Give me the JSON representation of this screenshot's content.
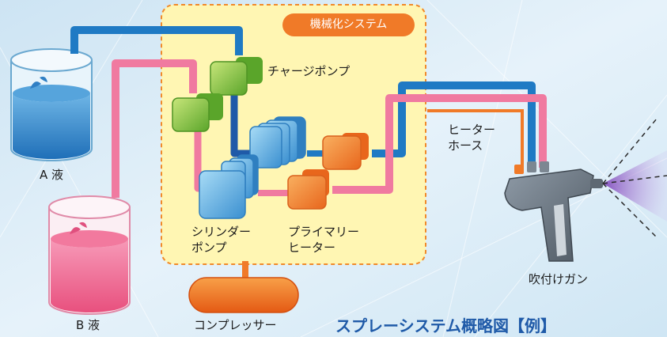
{
  "diagram": {
    "title": "スプレーシステム概略図【例】",
    "system_label": "機械化システム",
    "labels": {
      "liquid_a": "A 液",
      "liquid_b": "B 液",
      "charge_pump": "チャージポンプ",
      "cylinder_pump_line1": "シリンダー",
      "cylinder_pump_line2": "ポンプ",
      "primary_heater_line1": "プライマリー",
      "primary_heater_line2": "ヒーター",
      "heater_hose_line1": "ヒーター",
      "heater_hose_line2": "ホース",
      "spray_gun": "吹付けガン",
      "compressor": "コンプレッサー"
    },
    "colors": {
      "background": "#ddeef8",
      "system_fill": "#fff6b3",
      "system_border": "#f08a2a",
      "blue_line": "#1f7ac4",
      "pink_line": "#f07aa0",
      "accent_orange": "#f07a28",
      "liquid_a": "#3a8fd0",
      "liquid_b": "#f06e98",
      "pump_green": "#8cc63f",
      "pump_blue": "#5cb0e6",
      "heater_orange": "#f28b30",
      "title_blue": "#1f5aa8",
      "spray_purple": "#9b6fc8"
    }
  }
}
